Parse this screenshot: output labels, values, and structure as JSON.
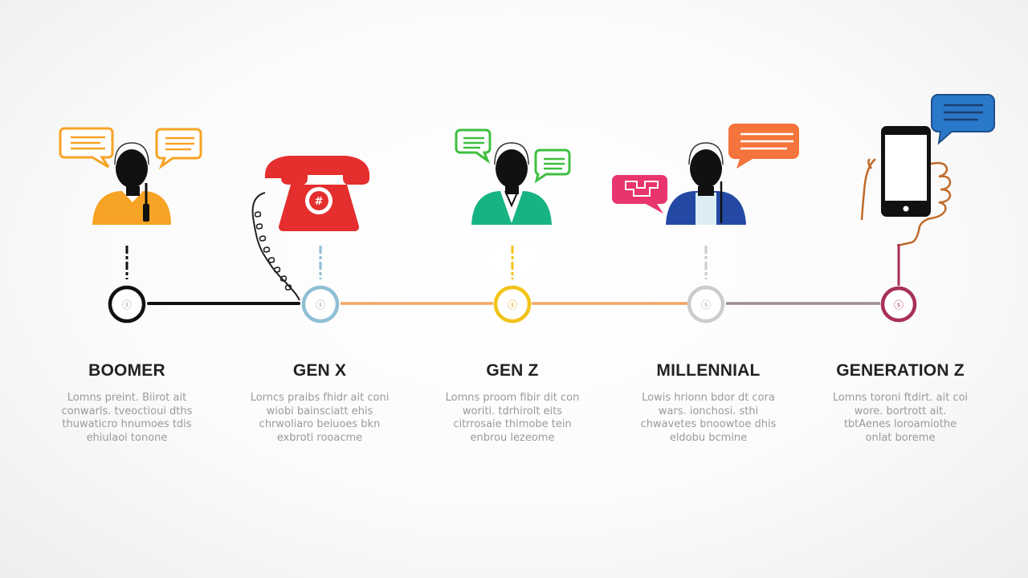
{
  "colors": {
    "boomer": "#f7a325",
    "genx": "#e52e2e",
    "genz_first": "#18b383",
    "millennial": "#2349a5",
    "genz_last": "#2a78c9",
    "line_dark": "#111111",
    "line_orange": "#f0a560",
    "line_gray": "#a08a90",
    "line_magenta": "#a8305a"
  },
  "generations": [
    {
      "title": "BOOMER",
      "body": "Lomns preint. Biirot ait conwarls. tveoctioui dths thuwaticro hnumoes tdis ehiulaoi tonone",
      "icon": "person-headset-icon",
      "node_color": "#111111"
    },
    {
      "title": "GEN X",
      "body": "Lorncs praibs fhidr ait coni wiobi bainsciatt ehis chrwoliaro beiuoes bkn exbroti rooacme",
      "icon": "rotary-phone-icon",
      "node_color": "#8fbfd4"
    },
    {
      "title": "GEN Z",
      "body": "Lomns proom fibir dit con woriti. tdrhirolt eits citrrosaie thimobe tein enbrou lezeome",
      "icon": "person-headset-icon",
      "node_color": "#f2c318"
    },
    {
      "title": "MILLENNIAL",
      "body": "Lowis hrionn bdor dt cora wars. ionchosi. sthi chwavetes bnoowtoe dhis eldobu bcmine",
      "icon": "person-headset-icon",
      "node_color": "#cccccc"
    },
    {
      "title": "GENERATION Z",
      "body": "Lomns toroni ftdirt. ait coi wore. bortrott ait. tbtAenes loroamiothe onlat boreme",
      "icon": "smartphone-icon",
      "node_color": "#a8305a"
    }
  ]
}
